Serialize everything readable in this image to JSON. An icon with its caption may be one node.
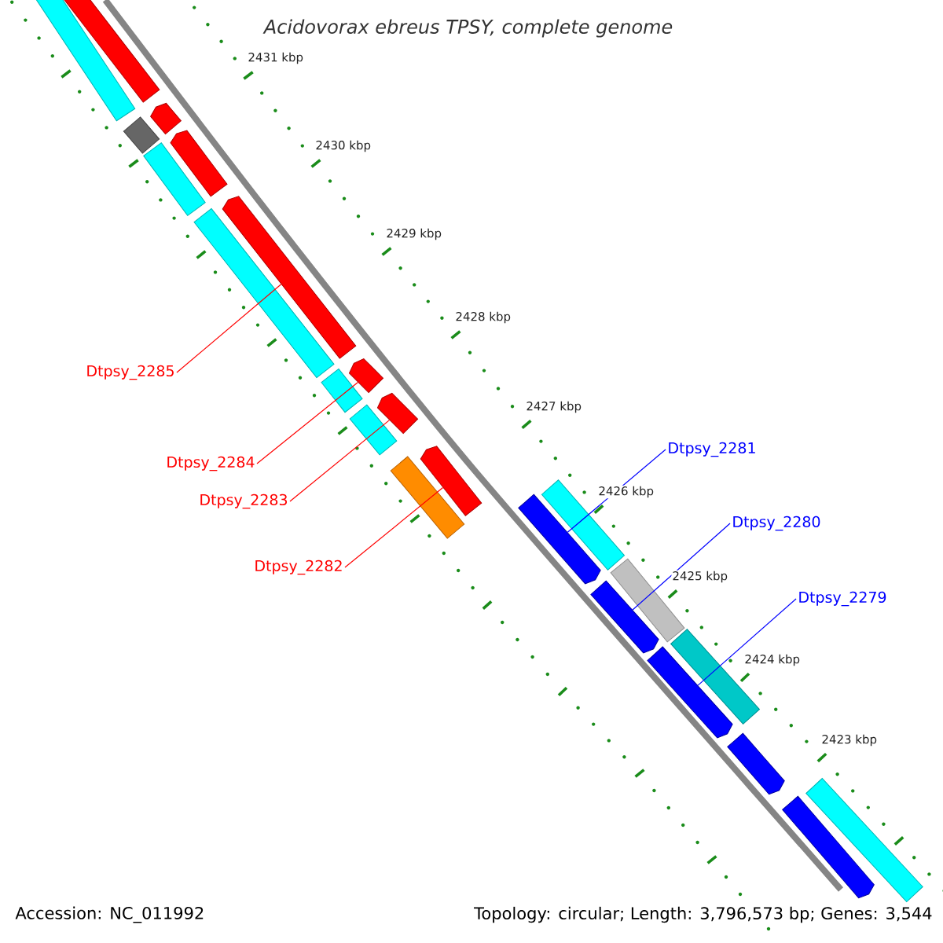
{
  "diagram": {
    "title": "Acidovorax ebreus TPSY, complete genome",
    "nodes": [
      {
        "text": [],
        "shape": "bar"
      },
      {
        "text": [],
        "shape": "arrow"
      },
      {
        "text": [],
        "shape": "arrow"
      },
      {
        "text": [],
        "shape": "bar"
      },
      {
        "text": [],
        "shape": "arrow"
      },
      {
        "text": [],
        "shape": "bar"
      },
      {
        "text": [],
        "shape": "arrow"
      },
      {
        "text": [],
        "shape": "bar"
      },
      {
        "text": [],
        "shape": "arrow"
      },
      {
        "text": [],
        "shape": "bar"
      },
      {
        "text": [],
        "shape": "arrow"
      },
      {
        "text": [],
        "shape": "bar"
      },
      {
        "text": [],
        "shape": "arrow"
      },
      {
        "text": [],
        "shape": "bar"
      },
      {
        "text": [],
        "shape": "bar"
      },
      {
        "text": [],
        "shape": "arrow"
      },
      {
        "text": [],
        "shape": "bar"
      },
      {
        "text": [],
        "shape": "arrow"
      },
      {
        "text": [],
        "shape": "bar"
      },
      {
        "text": [],
        "shape": "arrow"
      },
      {
        "text": [],
        "shape": "arrow"
      },
      {
        "text": [],
        "shape": "bar"
      },
      {
        "text": [],
        "shape": "arrow"
      },
      {
        "text": [
          "Dtpsy_2285"
        ]
      },
      {
        "text": [
          "Dtpsy_2284"
        ]
      },
      {
        "text": [
          "Dtpsy_2283"
        ]
      },
      {
        "text": [
          "Dtpsy_2282"
        ]
      },
      {
        "text": [
          "Dtpsy_2281"
        ]
      },
      {
        "text": [
          "Dtpsy_2280"
        ]
      },
      {
        "text": [
          "Dtpsy_2279"
        ]
      }
    ],
    "edges": [
      {
        "from": 23,
        "to": 6,
        "arrow": "none"
      },
      {
        "from": 24,
        "to": 8,
        "arrow": "none"
      },
      {
        "from": 25,
        "to": 10,
        "arrow": "none"
      },
      {
        "from": 26,
        "to": 12,
        "arrow": "none"
      },
      {
        "from": 27,
        "to": 15,
        "arrow": "none",
        "color": "#0000ff"
      },
      {
        "from": 28,
        "to": 17,
        "arrow": "none",
        "color": "#0000ff"
      },
      {
        "from": 29,
        "to": 19,
        "arrow": "none",
        "color": "#0000ff"
      }
    ],
    "labels": [
      "2431 kbp",
      "2430 kbp",
      "2429 kbp",
      "2428 kbp",
      "2427 kbp",
      "2426 kbp",
      "2425 kbp",
      "2424 kbp",
      "2423 kbp",
      "Accession: NC_011992",
      "Topology: circular; Length: 3,796,573 bp; Genes: 3,544"
    ]
  }
}
